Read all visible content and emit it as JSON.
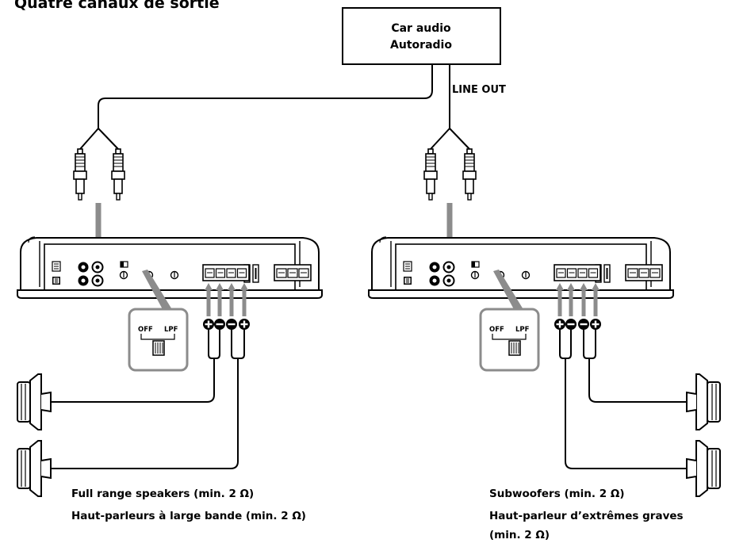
{
  "heading": "Quatre canaux de sortie",
  "source": {
    "line1": "Car audio",
    "line2": "Autoradio",
    "output_label": "LINE OUT"
  },
  "switch": {
    "off_label": "OFF",
    "lpf_label": "LPF"
  },
  "left_group": {
    "caption_en": "Full range speakers (min. 2 Ω)",
    "caption_fr": "Haut-parleurs à large bande (min. 2 Ω)"
  },
  "right_group": {
    "caption_en": "Subwoofers (min. 2 Ω)",
    "caption_fr_line1": "Haut-parleur d’extrêmes graves",
    "caption_fr_line2": "(min. 2 Ω)"
  },
  "colors": {
    "line": "#000000",
    "arrow": "#8c8c8c",
    "callout": "#8c8c8c",
    "background": "#ffffff"
  }
}
